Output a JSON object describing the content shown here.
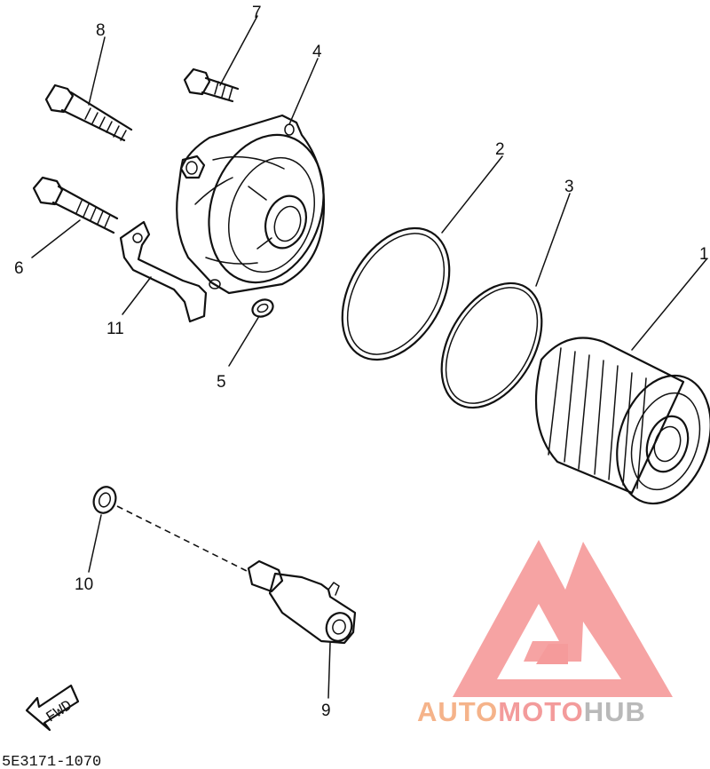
{
  "callouts": {
    "c1": "1",
    "c2": "2",
    "c3": "3",
    "c4": "4",
    "c5": "5",
    "c6": "6",
    "c7": "7",
    "c8": "8",
    "c9": "9",
    "c10": "10",
    "c11": "11"
  },
  "arrow_label": "FWD",
  "reference_code": "5E3171-1070",
  "watermark": {
    "brand_part1": "AUTO",
    "brand_part2": "MOTO",
    "brand_part3": "HUB",
    "color_primary": "#f5b38a",
    "color_secondary": "#f39b9b",
    "color_tertiary": "#b9b9b9"
  }
}
